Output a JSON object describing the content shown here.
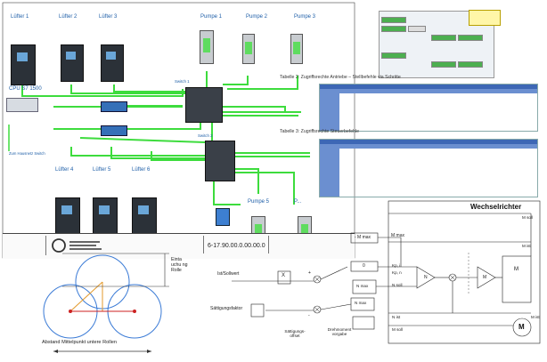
{
  "title_block": {
    "drawing_number": "6-17.90.00.0.00.00.0"
  },
  "drives": [
    {
      "label": "Lüfter 1",
      "id": "luefter-1"
    },
    {
      "label": "Lüfter 2",
      "id": "luefter-2"
    },
    {
      "label": "Lüfter 3",
      "id": "luefter-3"
    },
    {
      "label": "Lüfter 4",
      "id": "luefter-4"
    },
    {
      "label": "Lüfter 5",
      "id": "luefter-5"
    },
    {
      "label": "Lüfter 6",
      "id": "luefter-6"
    }
  ],
  "pumps": [
    {
      "label": "Pumpe 1",
      "id": "pumpe-1"
    },
    {
      "label": "Pumpe 2",
      "id": "pumpe-2"
    },
    {
      "label": "Pumpe 3",
      "id": "pumpe-3"
    },
    {
      "label": "Pumpe 5",
      "id": "pumpe-5"
    },
    {
      "label": "P...",
      "id": "pumpe-6"
    }
  ],
  "cpu": {
    "label": "CPU S7 1500"
  },
  "switches": {
    "switch1": "Switch 1",
    "switch2": "Switch 2"
  },
  "network_note": "Zum Hausnetz Switch",
  "table2": {
    "caption": "Tabelle 2: Zugriffsrechte Antriebe – Stellbefehle via Schritte"
  },
  "table3": {
    "caption": "Tabelle 3: Zugriffsrechte Steuerbefehle"
  },
  "geometry": {
    "caption": "Abstand Mittelpunkt untere Rollen",
    "side_label": "Einta uchu ng Rolle"
  },
  "control": {
    "title": "Wechselrichter",
    "istwert": "Ist/Sollwert",
    "saettigungsfaktor": "Sättigungsfaktor",
    "saettigungsoffset": "Sättigungs-offset",
    "drehmomentvorgabe": "Drehmoment vorgabe",
    "x_block": "X",
    "m_max_box": "- M max",
    "m_max_label": "M max",
    "zero_box": "0",
    "kp_i": "Kp, i",
    "kp_n": "Kp, n",
    "n_max_label": "N max",
    "n_max_box": "N max",
    "n_soll": "N soll",
    "n_ist": "N ist",
    "m_soll": "M soll",
    "m_ist": "M ist",
    "m_soll_bottom": "M soll",
    "m_ist_right": "M ist",
    "m_motor": "M",
    "n_block": "N",
    "mi_block": "M",
    "plus": "+",
    "minus": "-",
    "inverter_block": "M"
  }
}
